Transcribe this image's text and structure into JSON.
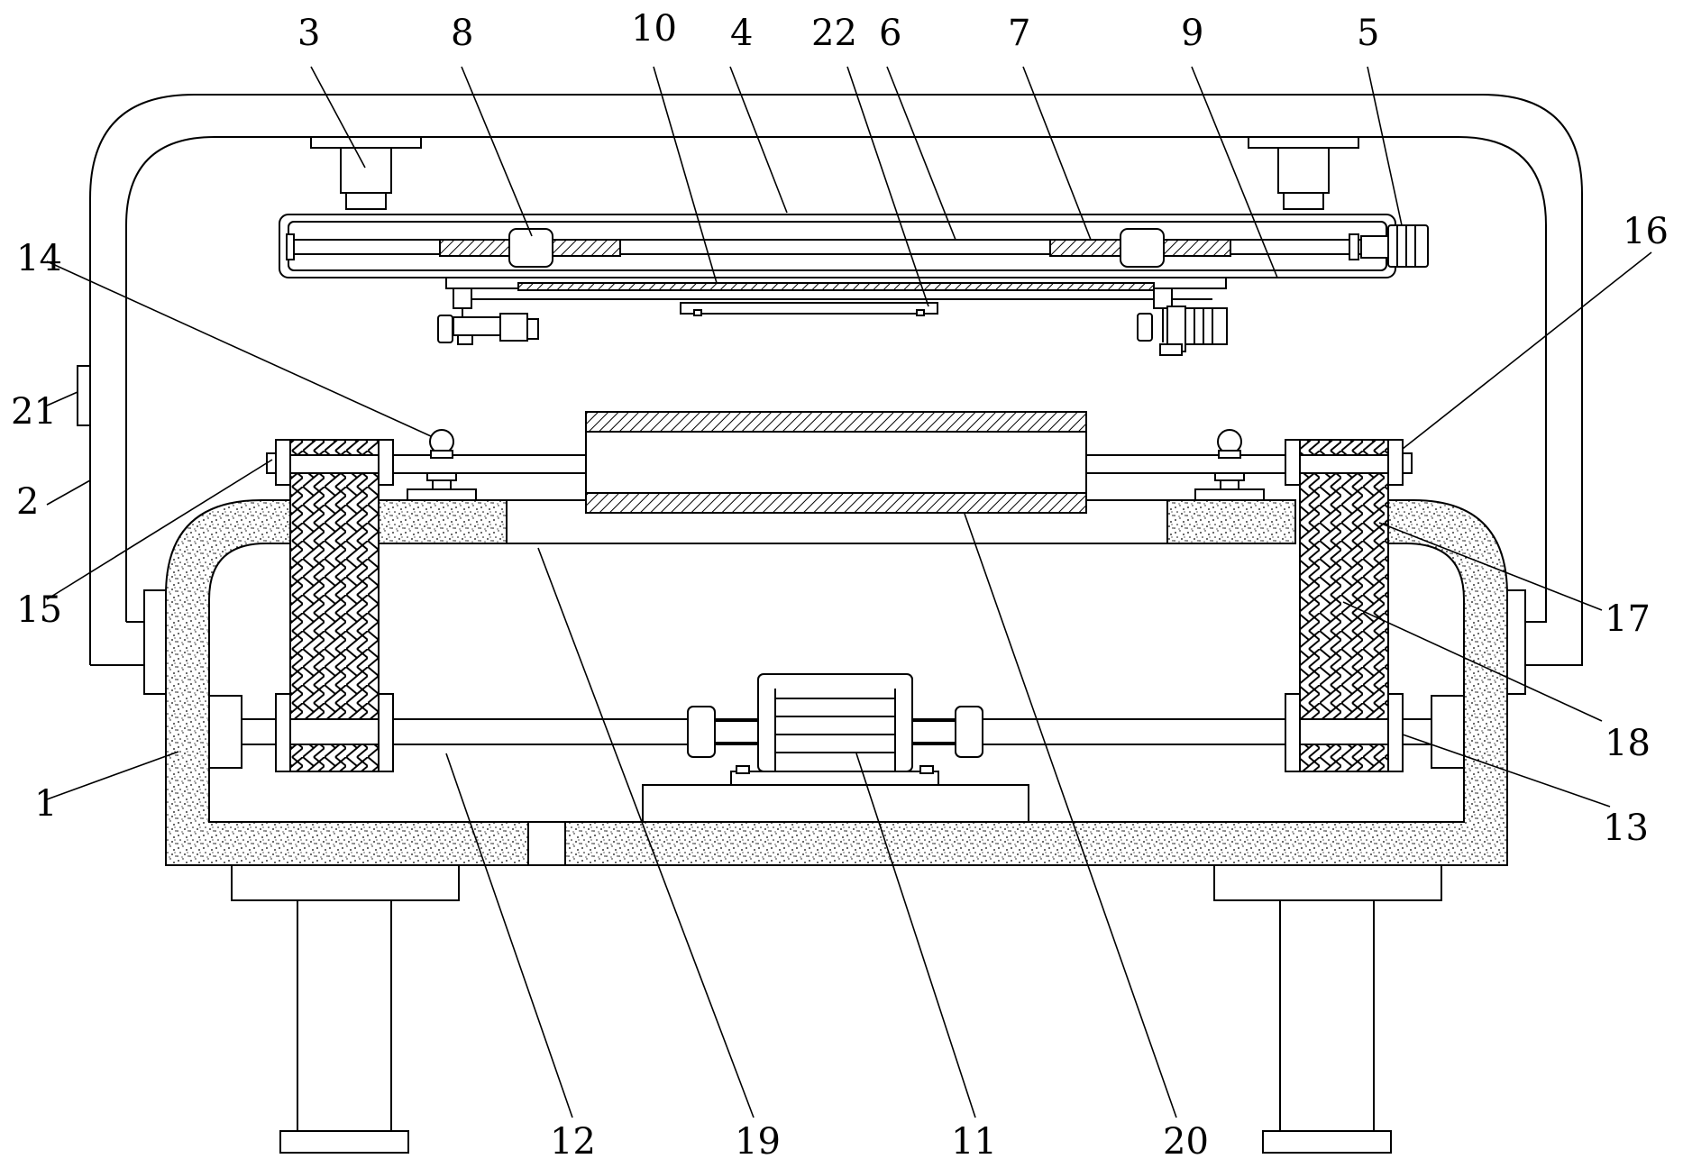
{
  "diagram": {
    "labels": {
      "l1": "1",
      "l2": "2",
      "l3": "3",
      "l4": "4",
      "l5": "5",
      "l6": "6",
      "l7": "7",
      "l8": "8",
      "l9": "9",
      "l10": "10",
      "l11": "11",
      "l12": "12",
      "l13": "13",
      "l14": "14",
      "l15": "15",
      "l16": "16",
      "l17": "17",
      "l18": "18",
      "l19": "19",
      "l20": "20",
      "l21": "21",
      "l22": "22"
    }
  }
}
